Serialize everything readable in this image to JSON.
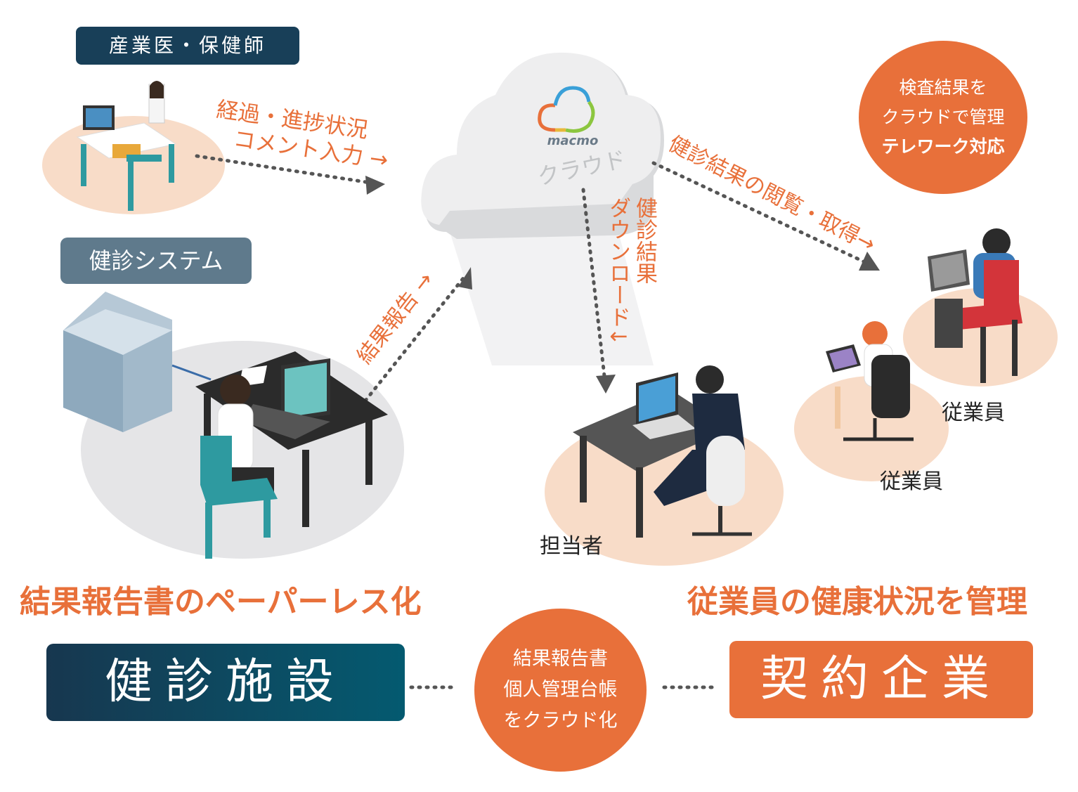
{
  "roles": {
    "doctor": "産業医・保健師",
    "system": "健診システム"
  },
  "arrows": {
    "progress_line1": "経過・進捗状況",
    "progress_line2": "コメント入力 →",
    "result_report": "結果報告 →",
    "view_get": "健診結果の閲覧・取得→",
    "download_col1": "健診結果",
    "download_col2": "ダウンロード↓"
  },
  "cloud": {
    "logo": "macmo",
    "label": "クラウド"
  },
  "telework_circle": {
    "line1": "検査結果を",
    "line2": "クラウドで管理",
    "line3": "テレワーク対応"
  },
  "people": {
    "person_in_charge": "担当者",
    "employee_a": "従業員",
    "employee_b": "従業員"
  },
  "headlines": {
    "left": "結果報告書のペーパーレス化",
    "right": "従業員の健康状況を管理"
  },
  "footer": {
    "facility": "健診施設",
    "company": "契約企業",
    "center_line1": "結果報告書",
    "center_line2": "個人管理台帳",
    "center_line3": "をクラウド化"
  },
  "colors": {
    "navy": "#183f58",
    "orange": "#e8703a",
    "slate": "#5f7a8c",
    "peach": "#f8dcc8",
    "grey_ellipse": "#e5e5e7"
  }
}
